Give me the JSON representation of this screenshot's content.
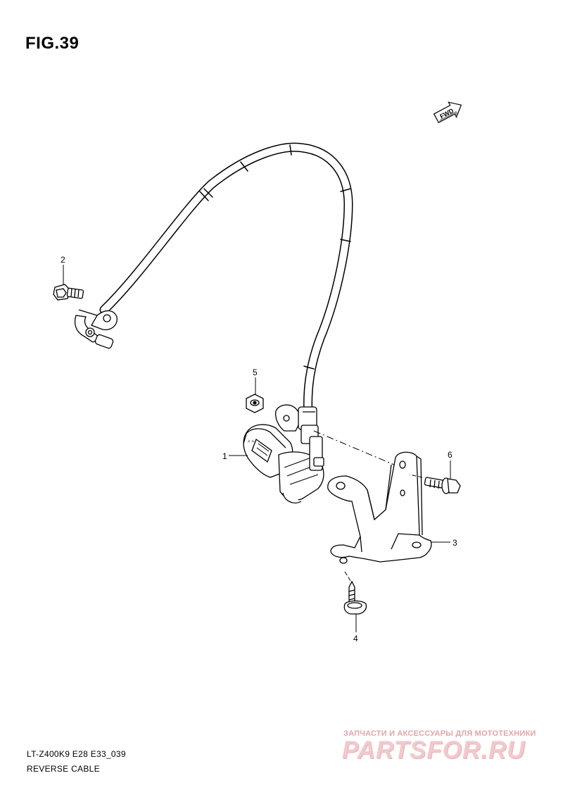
{
  "figure": {
    "title": "FIG.39"
  },
  "direction_badge": {
    "label": "FWD"
  },
  "callouts": [
    {
      "number": "1"
    },
    {
      "number": "2"
    },
    {
      "number": "3"
    },
    {
      "number": "4"
    },
    {
      "number": "5"
    },
    {
      "number": "6"
    }
  ],
  "footer": {
    "model_code": "LT-Z400K9 E28 E33_039",
    "section_name": "REVERSE CABLE"
  },
  "watermark": {
    "tagline": "ЗАПЧАСТИ И АКСЕССУАРЫ ДЛЯ МОТОТЕХНИКИ",
    "logo": "PARTSFOR.RU"
  }
}
